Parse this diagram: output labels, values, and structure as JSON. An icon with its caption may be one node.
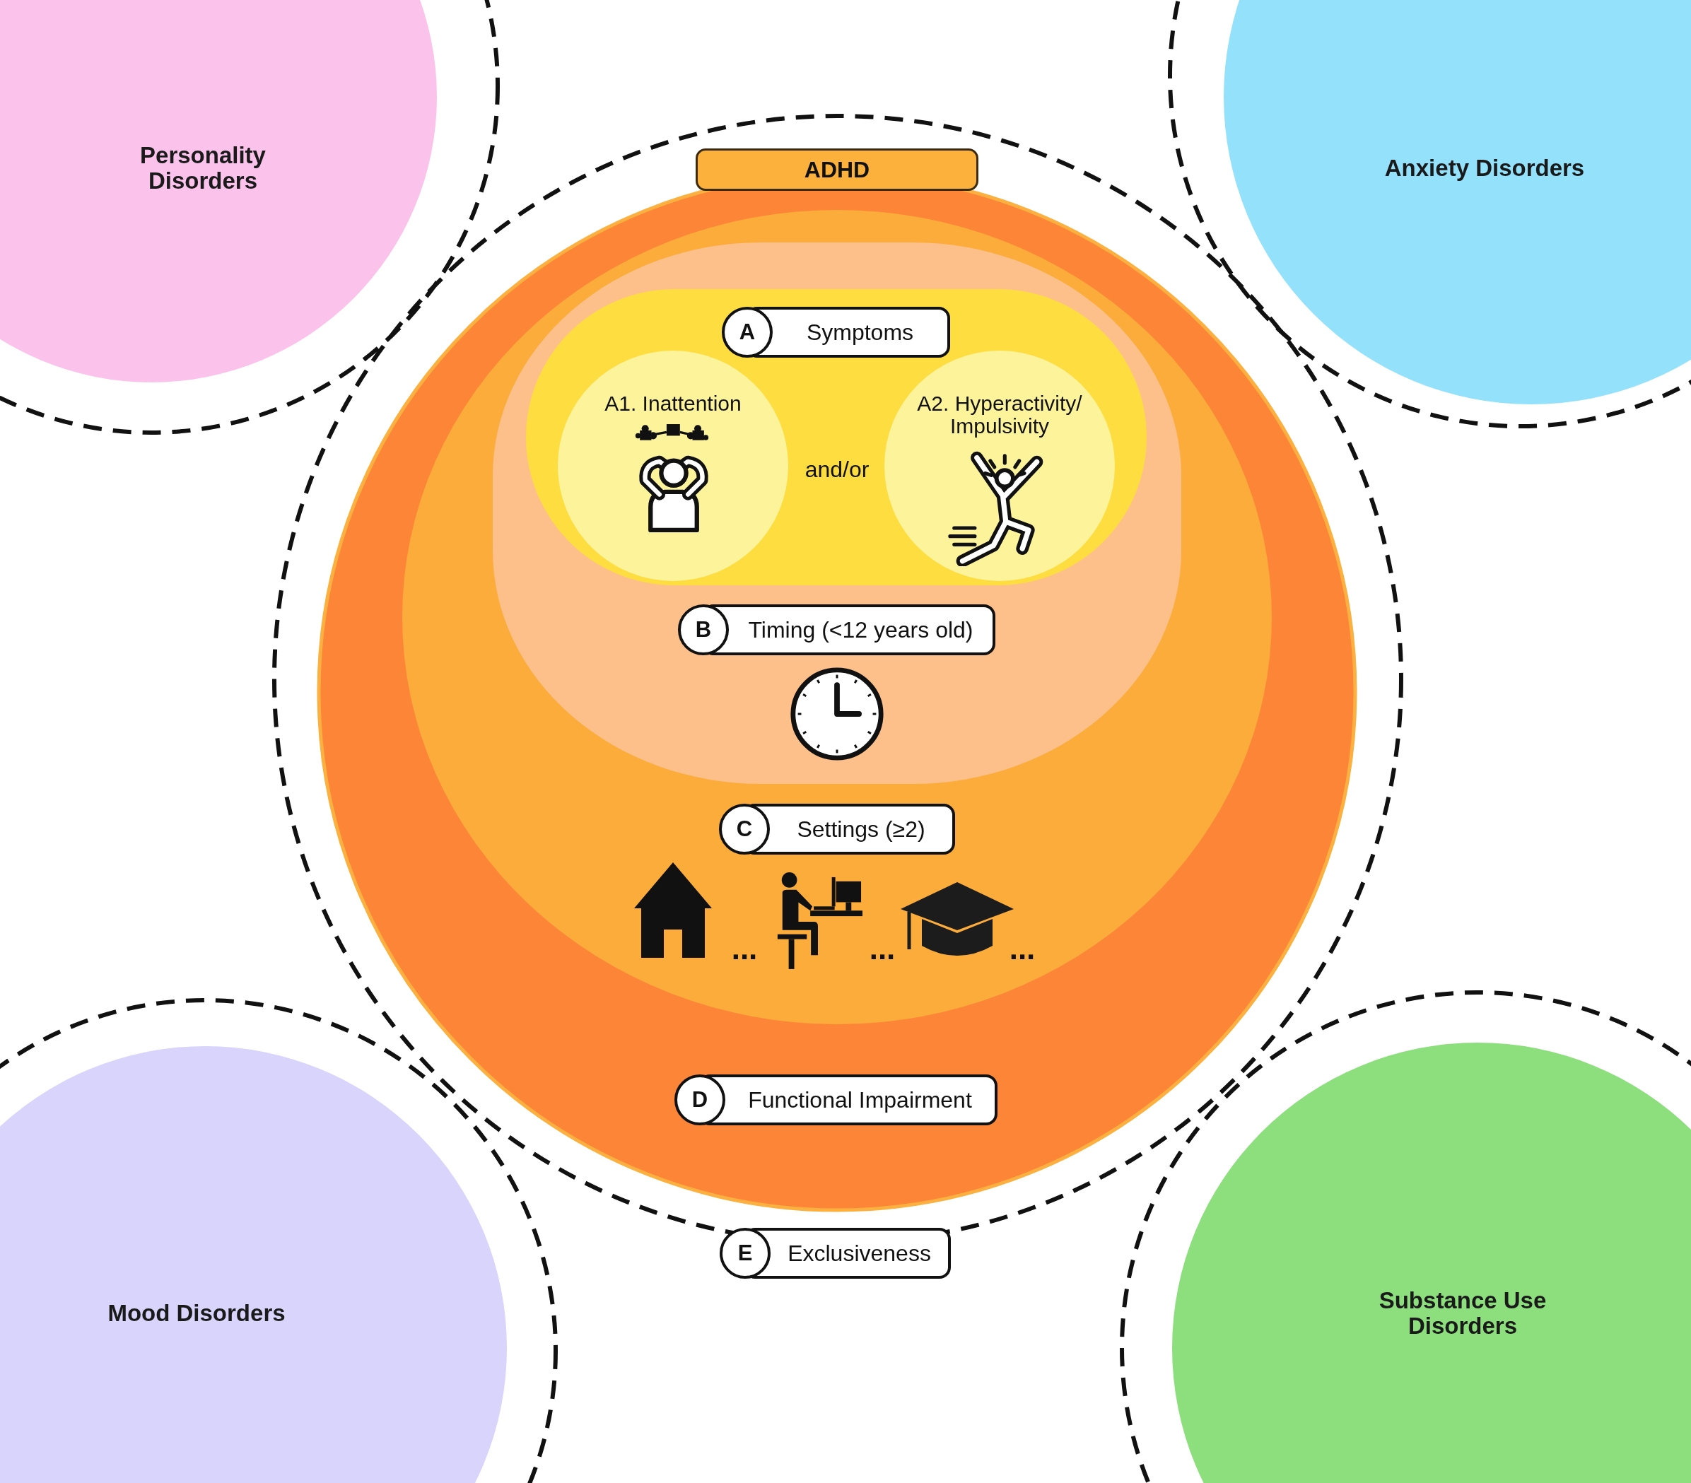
{
  "diagram": {
    "nodes": [
      {
        "text": [
          "Personality Disorders"
        ]
      },
      {
        "text": [
          "Anxiety Disorders"
        ]
      },
      {
        "text": [
          "ADHD"
        ]
      },
      {
        "text": [
          "A",
          "Symptoms"
        ]
      },
      {
        "text": [
          "A1. Inattention"
        ]
      },
      {
        "text": [
          "A2. Hyperactivity/ Impulsivity"
        ]
      },
      {
        "text": [
          "B",
          "Timing (<12 years old)"
        ]
      },
      {
        "text": [
          "C",
          "Settings (≥2)"
        ]
      },
      {
        "text": [
          "D",
          "Functional Impairment"
        ]
      },
      {
        "text": [
          "E",
          "Exclusiveness"
        ]
      },
      {
        "text": [
          "Mood Disorders"
        ]
      },
      {
        "text": [
          "Substance Use Disorders"
        ]
      }
    ],
    "labels": [
      "and/or",
      "...",
      "...",
      "..."
    ]
  }
}
